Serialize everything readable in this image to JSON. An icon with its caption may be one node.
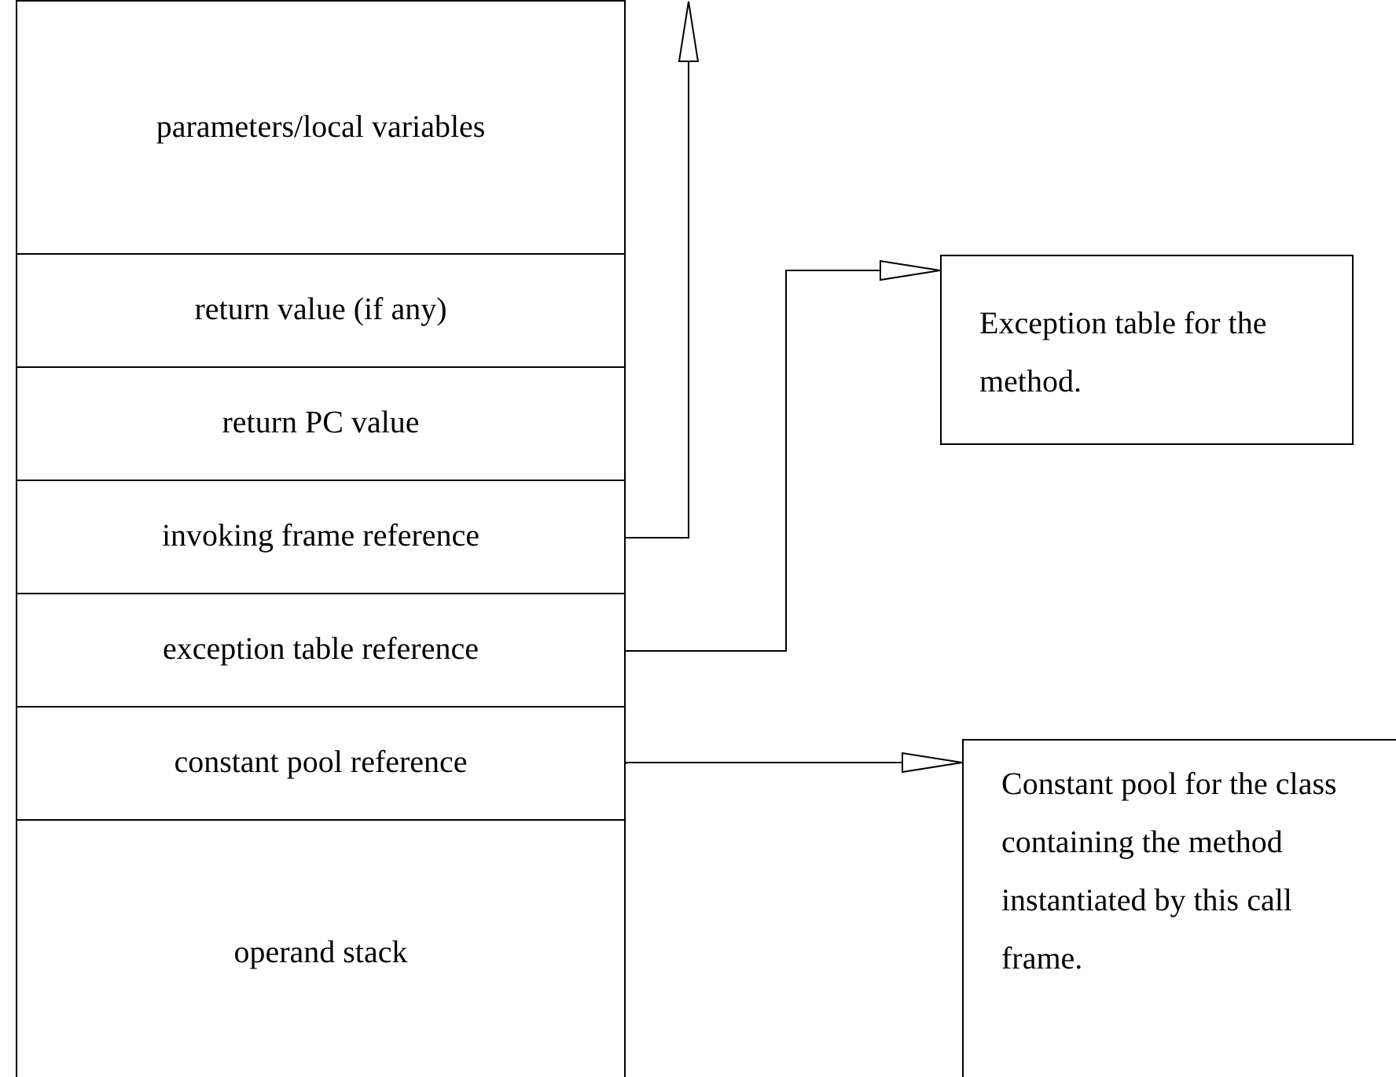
{
  "diagram": {
    "nodes": [
      {
        "text": [
          "parameters/local variables"
        ]
      },
      {
        "text": [
          "return value (if any)"
        ]
      },
      {
        "text": [
          "return PC value"
        ]
      },
      {
        "text": [
          "invoking frame reference"
        ]
      },
      {
        "text": [
          "exception table reference"
        ]
      },
      {
        "text": [
          "constant pool reference"
        ]
      },
      {
        "text": [
          "operand stack"
        ]
      },
      {
        "text": [
          "Exception table for the method."
        ]
      },
      {
        "text": [
          "Constant pool for the class containing the method instantiated by this call frame."
        ]
      }
    ],
    "edges": [
      {
        "from": 3,
        "to": null,
        "arrow": "to"
      },
      {
        "from": 4,
        "to": 7,
        "arrow": "to"
      },
      {
        "from": 5,
        "to": 8,
        "arrow": "to"
      }
    ]
  }
}
